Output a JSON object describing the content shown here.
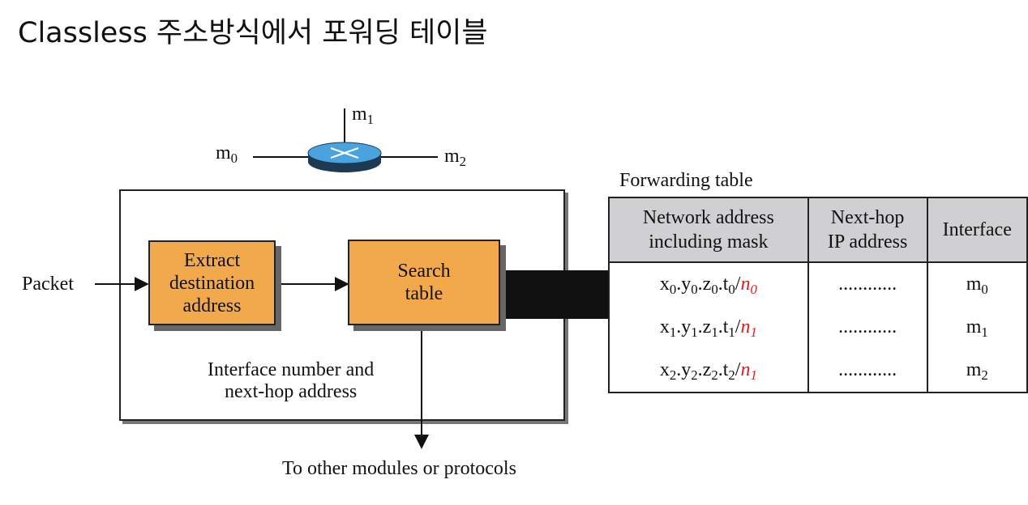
{
  "title": "Classless 주소방식에서 포워딩 테이블",
  "router": {
    "ports": [
      {
        "base": "m",
        "sub": "0"
      },
      {
        "base": "m",
        "sub": "1"
      },
      {
        "base": "m",
        "sub": "2"
      }
    ]
  },
  "packet_label": "Packet",
  "extract_box": [
    "Extract",
    "destination",
    "address"
  ],
  "search_box": [
    "Search",
    "table"
  ],
  "interface_note": [
    "Interface number and",
    "next-hop address"
  ],
  "bottom_label": "To other modules or protocols",
  "forwarding_table": {
    "caption": "Forwarding table",
    "headers": [
      [
        "Network address",
        "including mask"
      ],
      [
        "Next-hop",
        "IP address"
      ],
      [
        "Interface"
      ]
    ],
    "rows": [
      {
        "addr": [
          {
            "t": "x",
            "s": "0"
          },
          {
            "t": ".y",
            "s": "0"
          },
          {
            "t": ".z",
            "s": "0"
          },
          {
            "t": ".t",
            "s": "0"
          }
        ],
        "mask": {
          "t": "n",
          "s": "0"
        },
        "next_hop": "............",
        "iface": {
          "t": "m",
          "s": "0"
        }
      },
      {
        "addr": [
          {
            "t": "x",
            "s": "1"
          },
          {
            "t": ".y",
            "s": "1"
          },
          {
            "t": ".z",
            "s": "1"
          },
          {
            "t": ".t",
            "s": "1"
          }
        ],
        "mask": {
          "t": "n",
          "s": "1"
        },
        "next_hop": "............",
        "iface": {
          "t": "m",
          "s": "1"
        }
      },
      {
        "addr": [
          {
            "t": "x",
            "s": "2"
          },
          {
            "t": ".y",
            "s": "2"
          },
          {
            "t": ".z",
            "s": "2"
          },
          {
            "t": ".t",
            "s": "2"
          }
        ],
        "mask": {
          "t": "n",
          "s": "1"
        },
        "next_hop": "............",
        "iface": {
          "t": "m",
          "s": "2"
        }
      }
    ]
  },
  "colors": {
    "router_fill": "#4aa3df",
    "box_fill": "#f2a94c",
    "mask_text": "#e31b23",
    "header_fill": "#d0d0d2"
  }
}
